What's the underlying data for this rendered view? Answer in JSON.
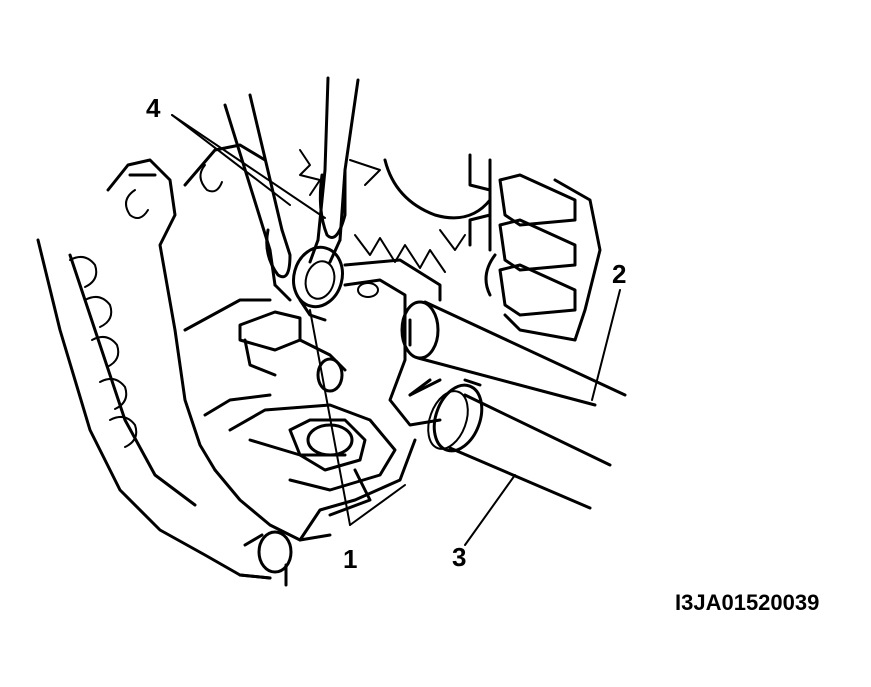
{
  "callouts": {
    "c1": "1",
    "c2": "2",
    "c3": "3",
    "c4": "4"
  },
  "figure_id": "I3JA01520039",
  "colors": {
    "ink": "#000000",
    "paper": "#ffffff"
  }
}
